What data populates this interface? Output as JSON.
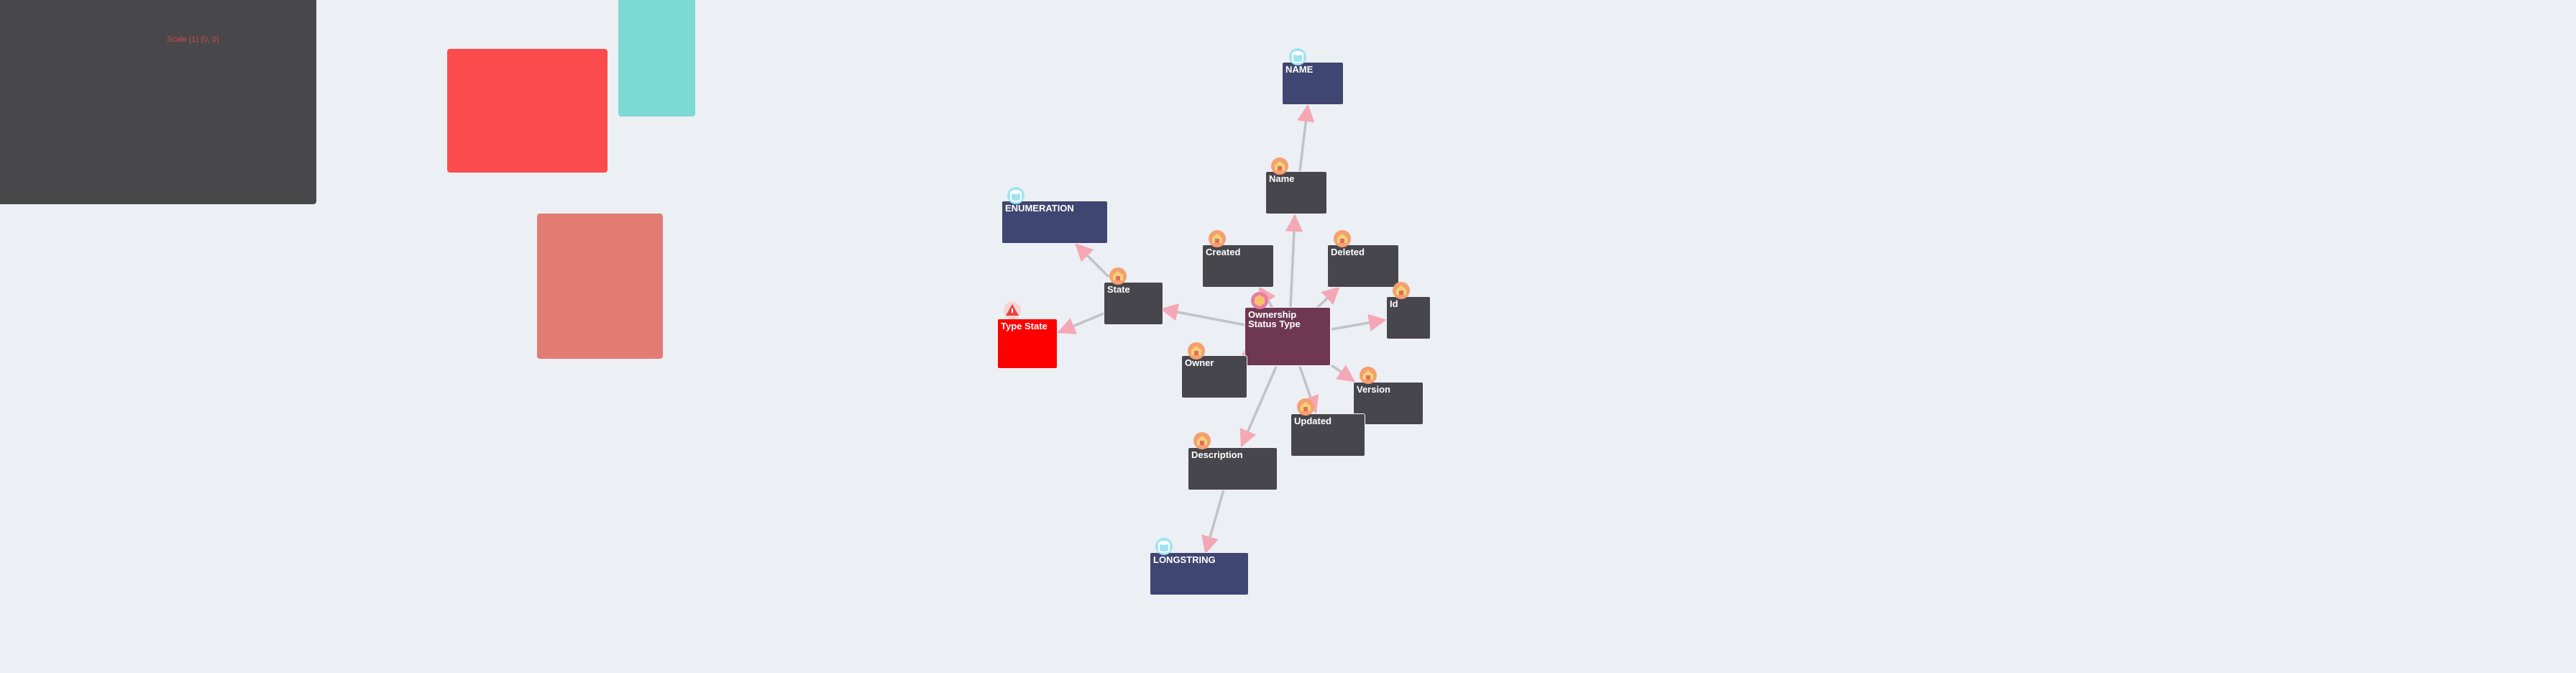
{
  "legend": {
    "scale_text": "Scale (1) (0, 0)"
  },
  "colors": {
    "background": "#eceff3",
    "panel": "#48484a",
    "entity": "#48464d",
    "type_node": "#3f4671",
    "focus_node": "#6e3853",
    "error_node": "#ff0000",
    "edge": "#c2c2c7",
    "arrow": "#f4a7b5",
    "swatch_red": "#fb4b4d",
    "swatch_teal": "#7cd9d4",
    "swatch_salmon": "#e27b72"
  },
  "nodes": {
    "ownership_status_type": "Ownership Status Type",
    "name_type": "NAME",
    "name": "Name",
    "created": "Created",
    "deleted": "Deleted",
    "id": "Id",
    "enumeration": "ENUMERATION",
    "state": "State",
    "type_state": "Type State",
    "owner": "Owner",
    "version": "Version",
    "updated": "Updated",
    "description": "Description",
    "longstring": "LONGSTRING"
  },
  "icons": {
    "entity": "cube-icon",
    "type": "database-icon",
    "focus": "hexagon-icon",
    "error": "warning-icon"
  }
}
